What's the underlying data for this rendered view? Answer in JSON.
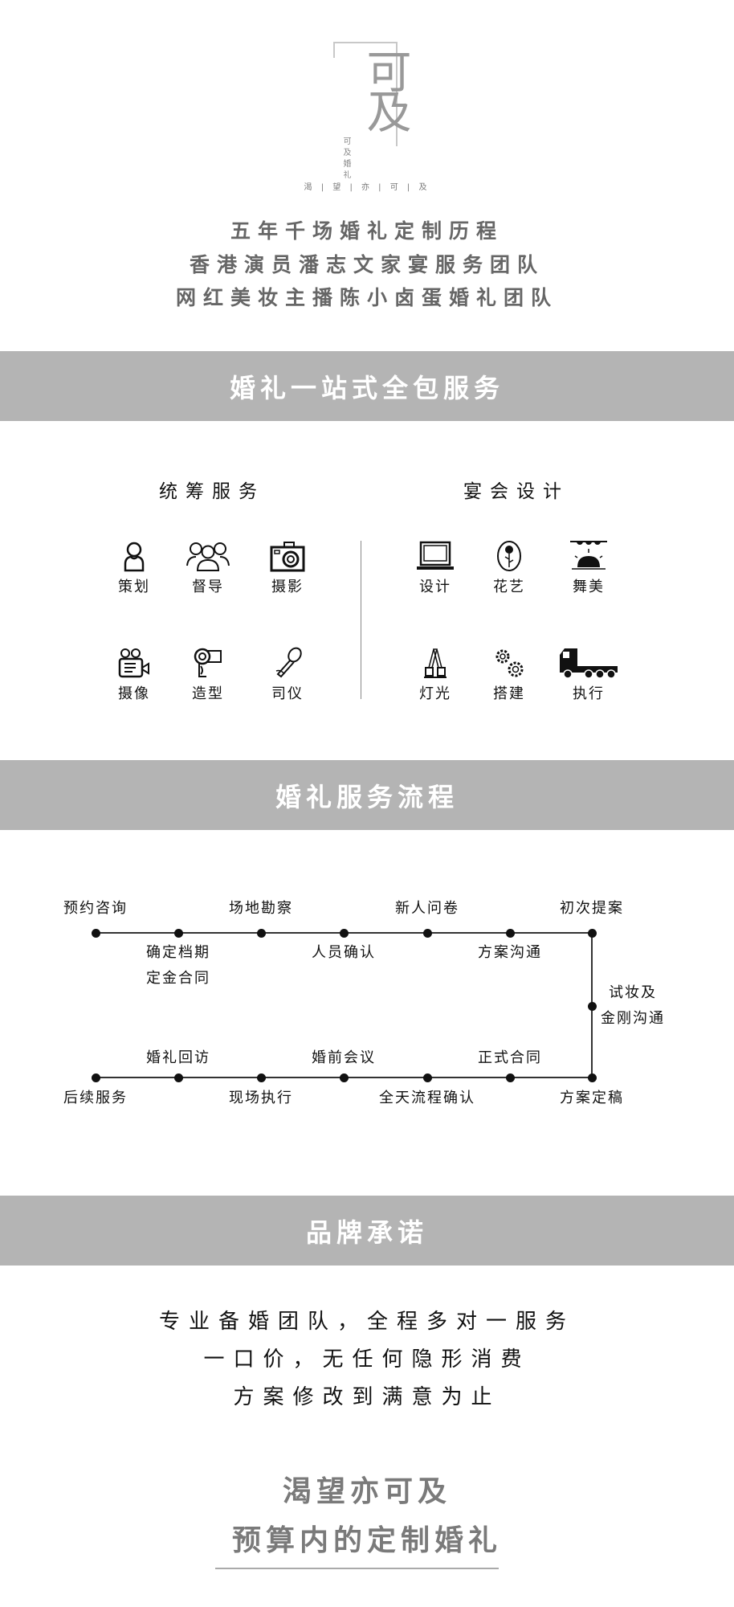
{
  "logo": {
    "main": "可及",
    "sub": "可及婚礼",
    "tagline": [
      "渴",
      "望",
      "亦",
      "可",
      "及"
    ]
  },
  "intro": [
    "五年千场婚礼定制历程",
    "香港演员潘志文家宴服务团队",
    "网红美妆主播陈小卤蛋婚礼团队"
  ],
  "banners": [
    "婚礼一站式全包服务",
    "婚礼服务流程",
    "品牌承诺"
  ],
  "services": {
    "left": {
      "title": "统筹服务",
      "items": [
        {
          "label": "策划",
          "icon": "person-icon"
        },
        {
          "label": "督导",
          "icon": "group-icon"
        },
        {
          "label": "摄影",
          "icon": "camera-icon"
        },
        {
          "label": "摄像",
          "icon": "video-camera-icon"
        },
        {
          "label": "造型",
          "icon": "hair-dryer-icon"
        },
        {
          "label": "司仪",
          "icon": "microphone-icon"
        }
      ]
    },
    "right": {
      "title": "宴会设计",
      "items": [
        {
          "label": "设计",
          "icon": "laptop-icon"
        },
        {
          "label": "花艺",
          "icon": "rose-icon"
        },
        {
          "label": "舞美",
          "icon": "stage-light-icon"
        },
        {
          "label": "灯光",
          "icon": "spotlight-icon"
        },
        {
          "label": "搭建",
          "icon": "gears-icon"
        },
        {
          "label": "执行",
          "icon": "truck-icon"
        }
      ]
    }
  },
  "process": {
    "top_above": [
      "预约咨询",
      "场地勘察",
      "新人问卷",
      "初次提案"
    ],
    "top_below": [
      [
        "确定档期",
        "定金合同"
      ],
      [
        "人员确认"
      ],
      [
        "方案沟通"
      ]
    ],
    "right": [
      "试妆及",
      "金刚沟通"
    ],
    "bottom_above": [
      "婚礼回访",
      "婚前会议",
      "正式合同"
    ],
    "bottom_below": [
      "后续服务",
      "现场执行",
      "全天流程确认",
      "方案定稿"
    ]
  },
  "promise": [
    "专业备婚团队，全程多对一服务",
    "一口价，无任何隐形消费",
    "方案修改到满意为止"
  ],
  "slogan": [
    "渴望亦可及",
    "预算内的定制婚礼"
  ]
}
